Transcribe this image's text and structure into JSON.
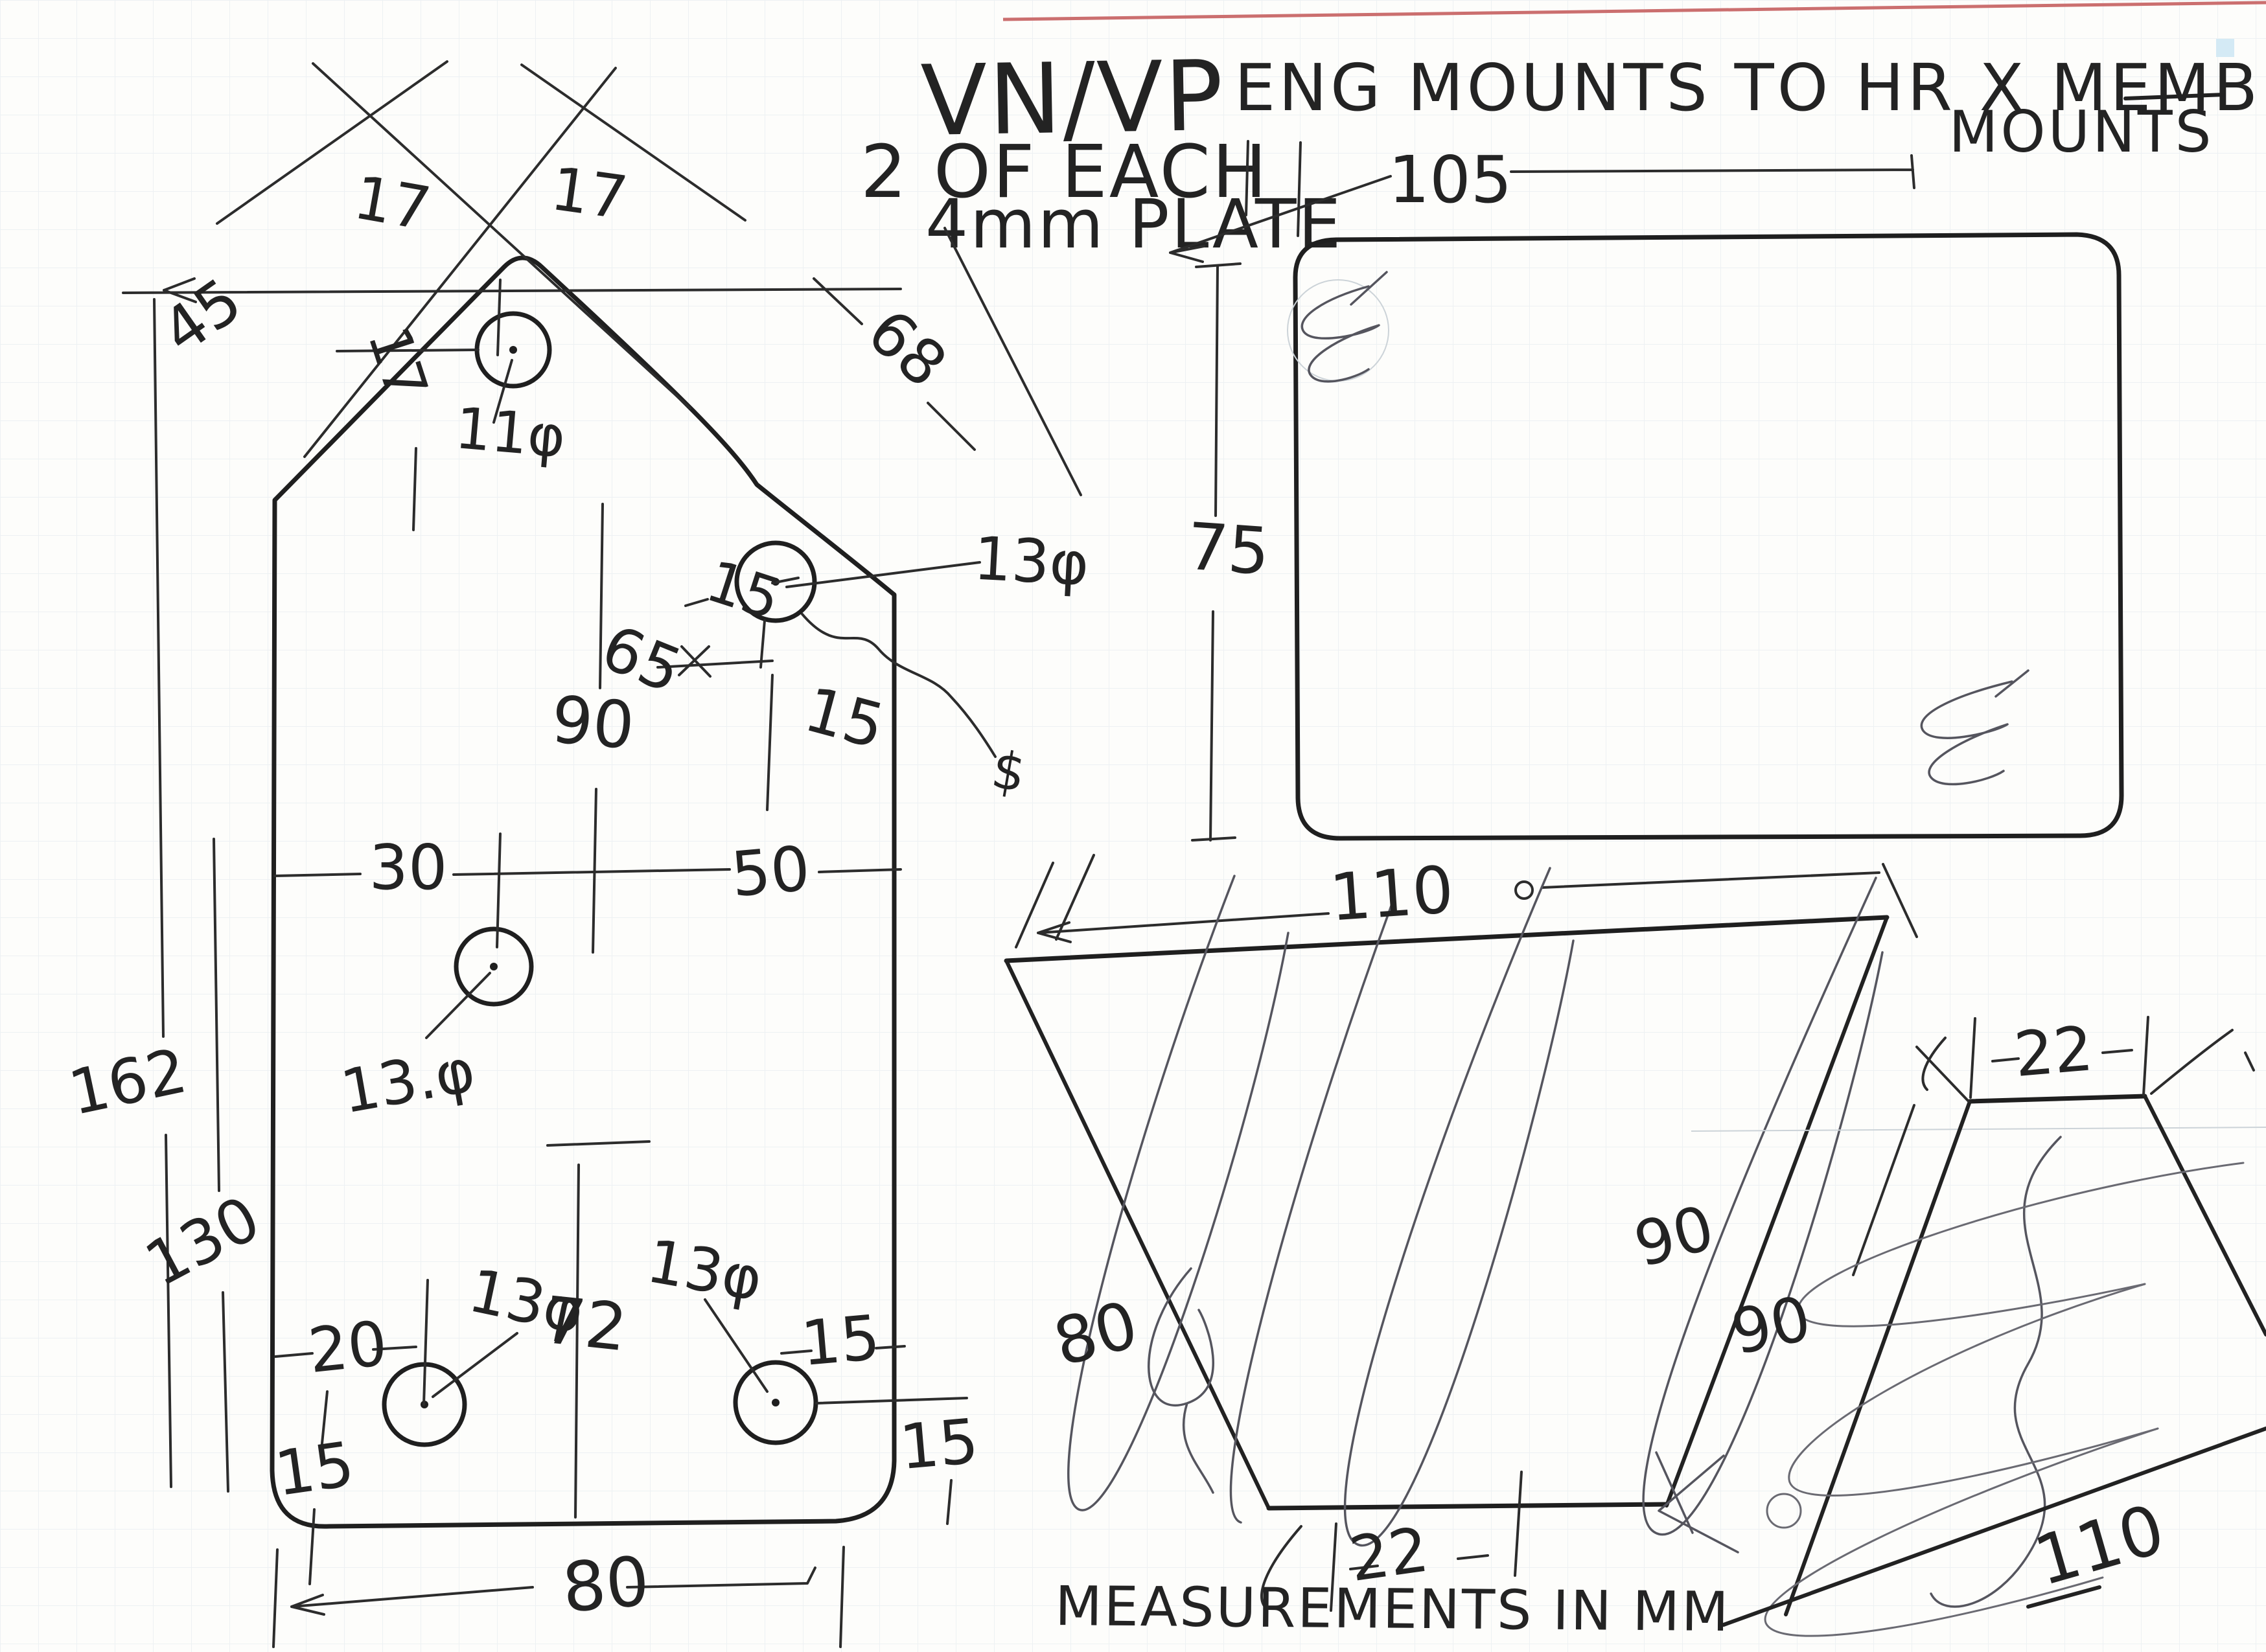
{
  "title": {
    "model": "VN/VP",
    "rest": "ENG MOUNTS TO HR X MEMBER",
    "line2": "MOUNTS"
  },
  "notes": {
    "line1": "2 OF EACH",
    "line2": "4mm PLATE"
  },
  "footer": {
    "text": "MEASUREMENTS IN MM"
  },
  "colors": {
    "ink": "#1f1f1f",
    "paper": "#fdfdfb",
    "grid": "#edf1f3",
    "scan_red": "#cb6f6f",
    "scan_blue": "#cfe8f4"
  },
  "left_plate": {
    "labels": {
      "angle45": "45",
      "top17_left": "17",
      "top17_right": "17",
      "side17": "17",
      "chamfer68": "68",
      "hole_top_dia": "11φ",
      "len65": "65",
      "off15_upper": "15",
      "hole_upper_right_dia": "13φ",
      "scribble_note": "$",
      "len90": "90",
      "off15_mid": "15",
      "w30": "30",
      "w50": "50",
      "h162": "162",
      "hole_mid_dia": "13.φ",
      "h130": "130",
      "hole_bl_dia": "13φ",
      "off20": "20",
      "len72": "72",
      "hole_br_dia": "13φ",
      "off15_right": "15",
      "off15_bl": "15",
      "off15_br": "15",
      "w80": "80"
    }
  },
  "top_right_plate": {
    "labels": {
      "w105": "105",
      "h75": "75"
    }
  },
  "trapezoid": {
    "labels": {
      "w110": "110",
      "side80": "80",
      "side90": "90",
      "w22": "22"
    }
  },
  "right_shape": {
    "labels": {
      "w22": "22",
      "side90": "90",
      "side110": "110"
    }
  }
}
